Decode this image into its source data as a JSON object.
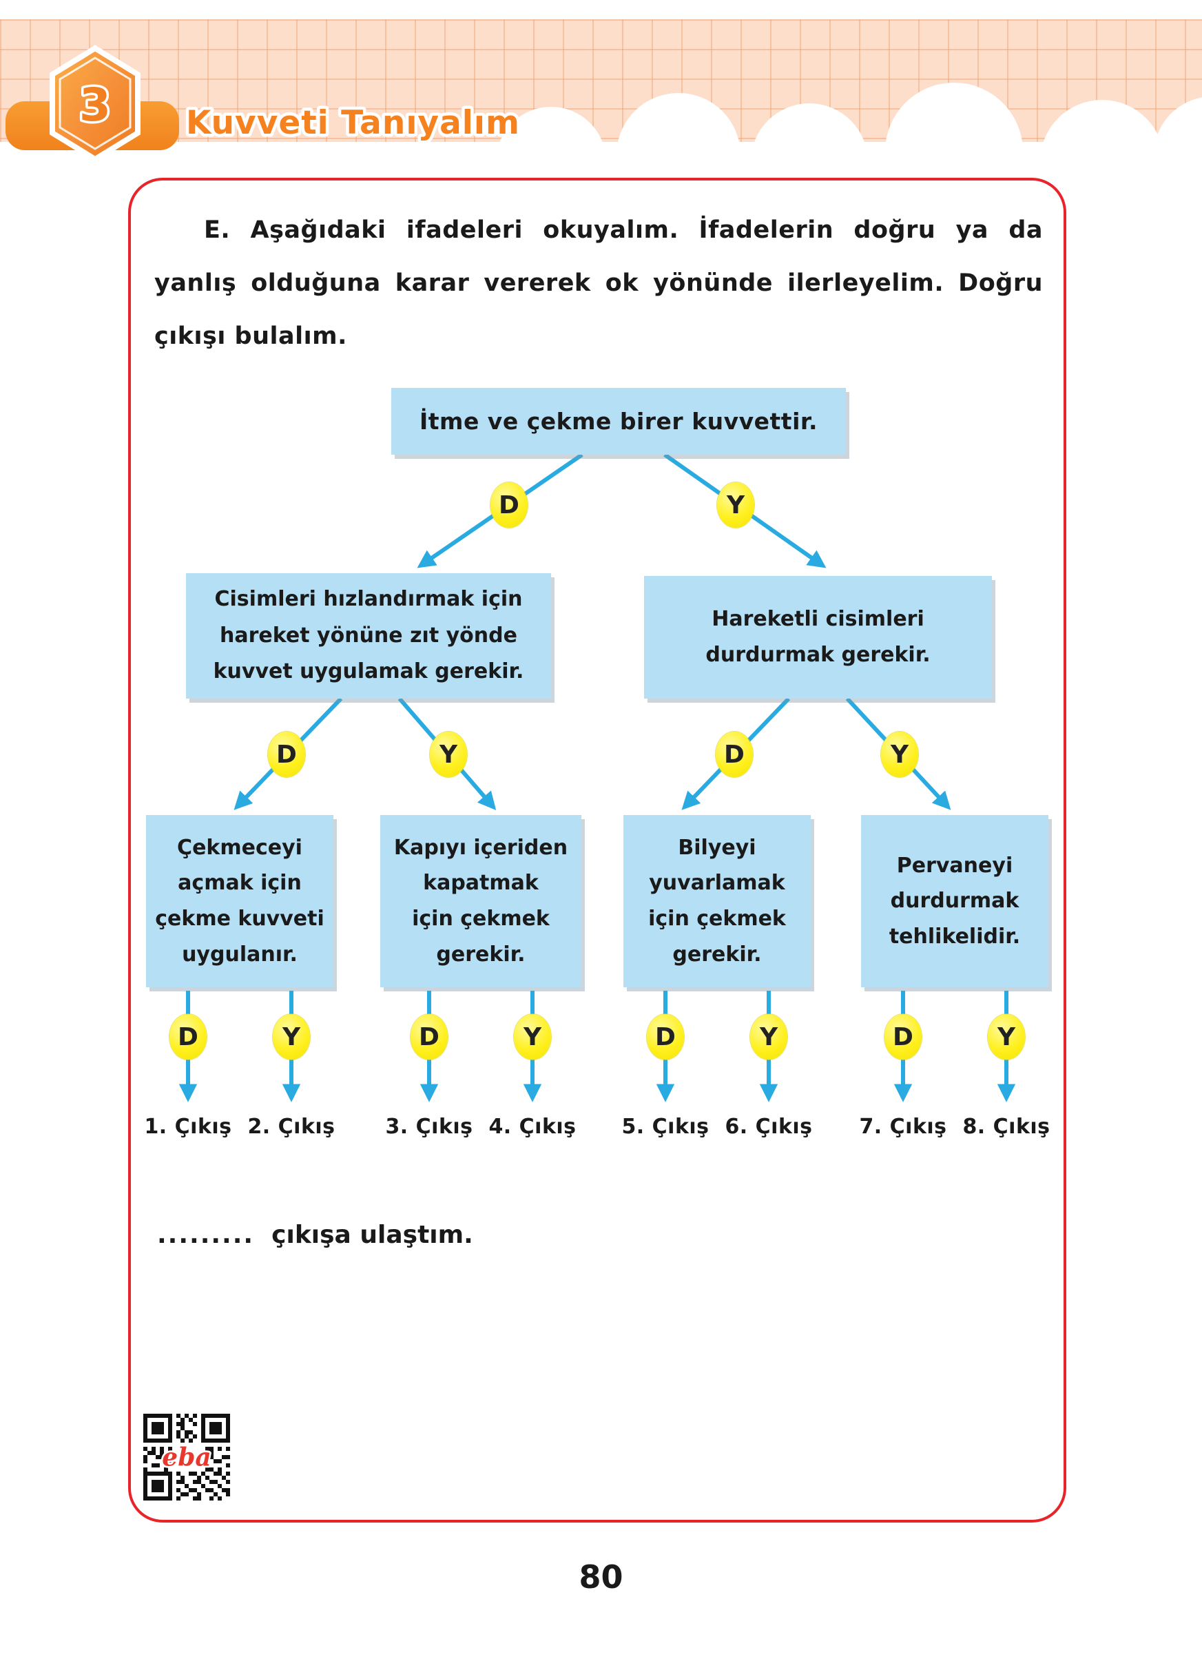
{
  "header": {
    "unit_number": "3",
    "title": "Kuvveti Tanıyalım"
  },
  "instructions": {
    "lines": [
      "E. Aşağıdaki ifadeleri okuyalım. İfadelerin doğru ya da",
      "yanlış olduğuna karar vererek ok yönünde ilerleyelim. Doğru",
      "çıkışı bulalım."
    ]
  },
  "tree": {
    "branch_true_label": "D",
    "branch_false_label": "Y",
    "root": "İtme ve çekme birer kuvvettir.",
    "level2": [
      "Cisimleri hızlandırmak için\nhareket yönüne zıt yönde\nkuvvet uygulamak gerekir.",
      "Hareketli cisimleri\ndurdurmak gerekir."
    ],
    "leaves": [
      "Çekmeceyi\naçmak için\nçekme kuvveti\nuygulanır.",
      "Kapıyı içeriden\nkapatmak\niçin çekmek\ngerekir.",
      "Bilyeyi\nyuvarlamak\niçin çekmek\ngerekir.",
      "Pervaneyi\ndurdurmak\ntehlikelidir."
    ],
    "exits": [
      "1. Çıkış",
      "2. Çıkış",
      "3. Çıkış",
      "4. Çıkış",
      "5. Çıkış",
      "6. Çıkış",
      "7. Çıkış",
      "8. Çıkış"
    ]
  },
  "answer": {
    "dots": ".........",
    "text": "çıkışa ulaştım."
  },
  "qr": {
    "label": "eba"
  },
  "page_number": "80",
  "colors": {
    "box_blue": "#B5DFF5",
    "arrow_blue": "#29ABE2",
    "badge_yellow": "#FFF01F",
    "frame_red": "#E8242B",
    "header_orange": "#F6921E"
  }
}
